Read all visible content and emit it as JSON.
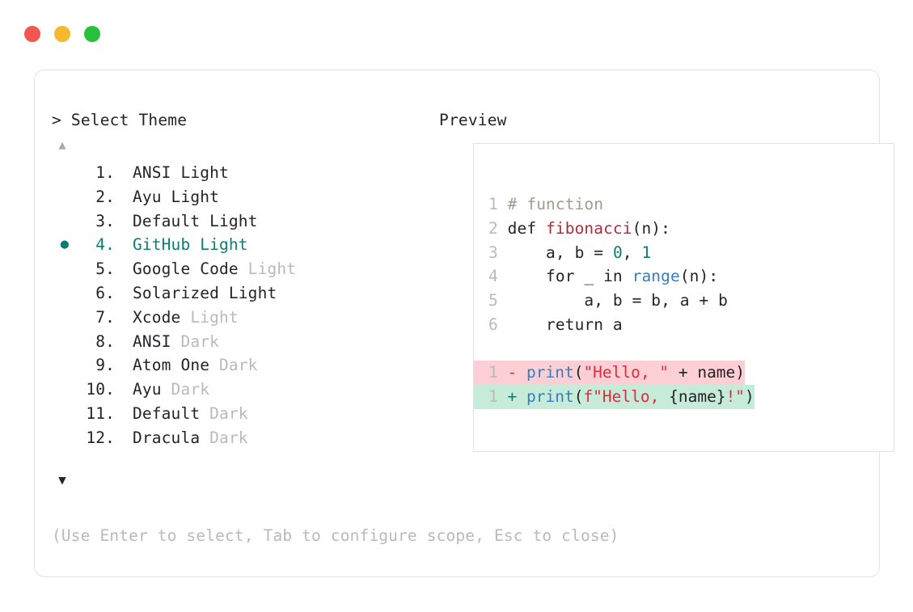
{
  "window": {
    "traffic_lights": [
      {
        "name": "close",
        "color": "#f2574f"
      },
      {
        "name": "minimize",
        "color": "#f5b82e"
      },
      {
        "name": "maximize",
        "color": "#28c13c"
      }
    ]
  },
  "left_panel": {
    "title": "> Select Theme",
    "scroll_up_icon": "▲",
    "scroll_down_icon": "▼",
    "selected_index": 4,
    "selected_bullet": "●",
    "items": [
      {
        "num": "1.",
        "name": "ANSI",
        "variant": " Light",
        "variant_muted": false,
        "selected": false
      },
      {
        "num": "2.",
        "name": "Ayu",
        "variant": " Light",
        "variant_muted": false,
        "selected": false
      },
      {
        "num": "3.",
        "name": "Default",
        "variant": " Light",
        "variant_muted": false,
        "selected": false
      },
      {
        "num": "4.",
        "name": "GitHub",
        "variant": " Light",
        "variant_muted": false,
        "selected": true
      },
      {
        "num": "5.",
        "name": "Google Code",
        "variant": " Light",
        "variant_muted": true,
        "selected": false
      },
      {
        "num": "6.",
        "name": "Solarized",
        "variant": " Light",
        "variant_muted": false,
        "selected": false
      },
      {
        "num": "7.",
        "name": "Xcode",
        "variant": " Light",
        "variant_muted": true,
        "selected": false
      },
      {
        "num": "8.",
        "name": "ANSI",
        "variant": " Dark",
        "variant_muted": true,
        "selected": false
      },
      {
        "num": "9.",
        "name": "Atom One",
        "variant": " Dark",
        "variant_muted": true,
        "selected": false
      },
      {
        "num": "10.",
        "name": "Ayu",
        "variant": " Dark",
        "variant_muted": true,
        "selected": false
      },
      {
        "num": "11.",
        "name": "Default",
        "variant": " Dark",
        "variant_muted": true,
        "selected": false
      },
      {
        "num": "12.",
        "name": "Dracula",
        "variant": " Dark",
        "variant_muted": true,
        "selected": false
      }
    ]
  },
  "right_panel": {
    "title": "Preview",
    "code_lines": [
      {
        "ln": "1",
        "tokens": [
          {
            "t": " # function",
            "c": "comment"
          }
        ]
      },
      {
        "ln": "2",
        "tokens": [
          {
            "t": " def ",
            "c": "plain"
          },
          {
            "t": "fibonacci",
            "c": "func"
          },
          {
            "t": "(n):",
            "c": "plain"
          }
        ]
      },
      {
        "ln": "3",
        "tokens": [
          {
            "t": "     a, b = ",
            "c": "plain"
          },
          {
            "t": "0",
            "c": "num"
          },
          {
            "t": ", ",
            "c": "plain"
          },
          {
            "t": "1",
            "c": "num"
          }
        ]
      },
      {
        "ln": "4",
        "tokens": [
          {
            "t": "     for _ in ",
            "c": "plain"
          },
          {
            "t": "range",
            "c": "builtin"
          },
          {
            "t": "(n):",
            "c": "plain"
          }
        ]
      },
      {
        "ln": "5",
        "tokens": [
          {
            "t": "         a, b = b, a + b",
            "c": "plain"
          }
        ]
      },
      {
        "ln": "6",
        "tokens": [
          {
            "t": "     return a",
            "c": "plain"
          }
        ]
      }
    ],
    "diff_lines": [
      {
        "ln": "1",
        "kind": "del",
        "marker": "-",
        "tokens": [
          {
            "t": "print",
            "c": "builtin"
          },
          {
            "t": "(",
            "c": "plain"
          },
          {
            "t": "\"Hello, \"",
            "c": "str"
          },
          {
            "t": " + name)",
            "c": "plain"
          }
        ]
      },
      {
        "ln": "1",
        "kind": "add",
        "marker": "+",
        "tokens": [
          {
            "t": "print",
            "c": "builtin"
          },
          {
            "t": "(",
            "c": "plain"
          },
          {
            "t": "f\"Hello, ",
            "c": "str"
          },
          {
            "t": "{name}",
            "c": "plain"
          },
          {
            "t": "!\"",
            "c": "str"
          },
          {
            "t": ")",
            "c": "plain"
          }
        ]
      }
    ]
  },
  "footer": {
    "hint": "(Use Enter to select, Tab to configure scope, Esc to close)"
  },
  "colors": {
    "accent_teal": "#0d7c77",
    "muted_gray": "#b9b9be",
    "text": "#23232b",
    "border": "#e2e2e4",
    "diff_del_bg": "#fbcfd4",
    "diff_add_bg": "#c6ecd9"
  }
}
